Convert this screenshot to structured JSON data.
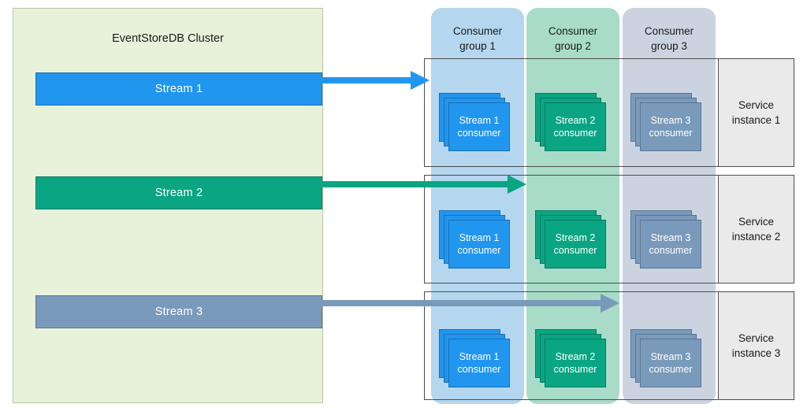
{
  "cluster": {
    "title": "EventStoreDB Cluster",
    "streams": [
      {
        "label": "Stream 1",
        "color": "#2196ef"
      },
      {
        "label": "Stream 2",
        "color": "#0aa583"
      },
      {
        "label": "Stream 3",
        "color": "#7a9abb"
      }
    ]
  },
  "arrows": [
    {
      "name": "stream-1-arrow",
      "color": "#2196ef",
      "from": "Stream 1",
      "to": "Consumer group 1"
    },
    {
      "name": "stream-2-arrow",
      "color": "#0aa583",
      "from": "Stream 2",
      "to": "Consumer group 2"
    },
    {
      "name": "stream-3-arrow",
      "color": "#7a9abb",
      "from": "Stream 3",
      "to": "Consumer group 3"
    }
  ],
  "consumer_groups": [
    {
      "title": "Consumer\ngroup 1",
      "color": "#b4d6ee",
      "consumer_label": "Stream 1\nconsumer",
      "consumer_color": "#2196ef"
    },
    {
      "title": "Consumer\ngroup 2",
      "color": "#a8dcc8",
      "consumer_label": "Stream 2\nconsumer",
      "consumer_color": "#0aa583"
    },
    {
      "title": "Consumer\ngroup 3",
      "color": "#ccd3e0",
      "consumer_label": "Stream 3\nconsumer",
      "consumer_color": "#7a9abb"
    }
  ],
  "service_instances": [
    {
      "label": "Service\ninstance 1"
    },
    {
      "label": "Service\ninstance 2"
    },
    {
      "label": "Service\ninstance 3"
    }
  ]
}
